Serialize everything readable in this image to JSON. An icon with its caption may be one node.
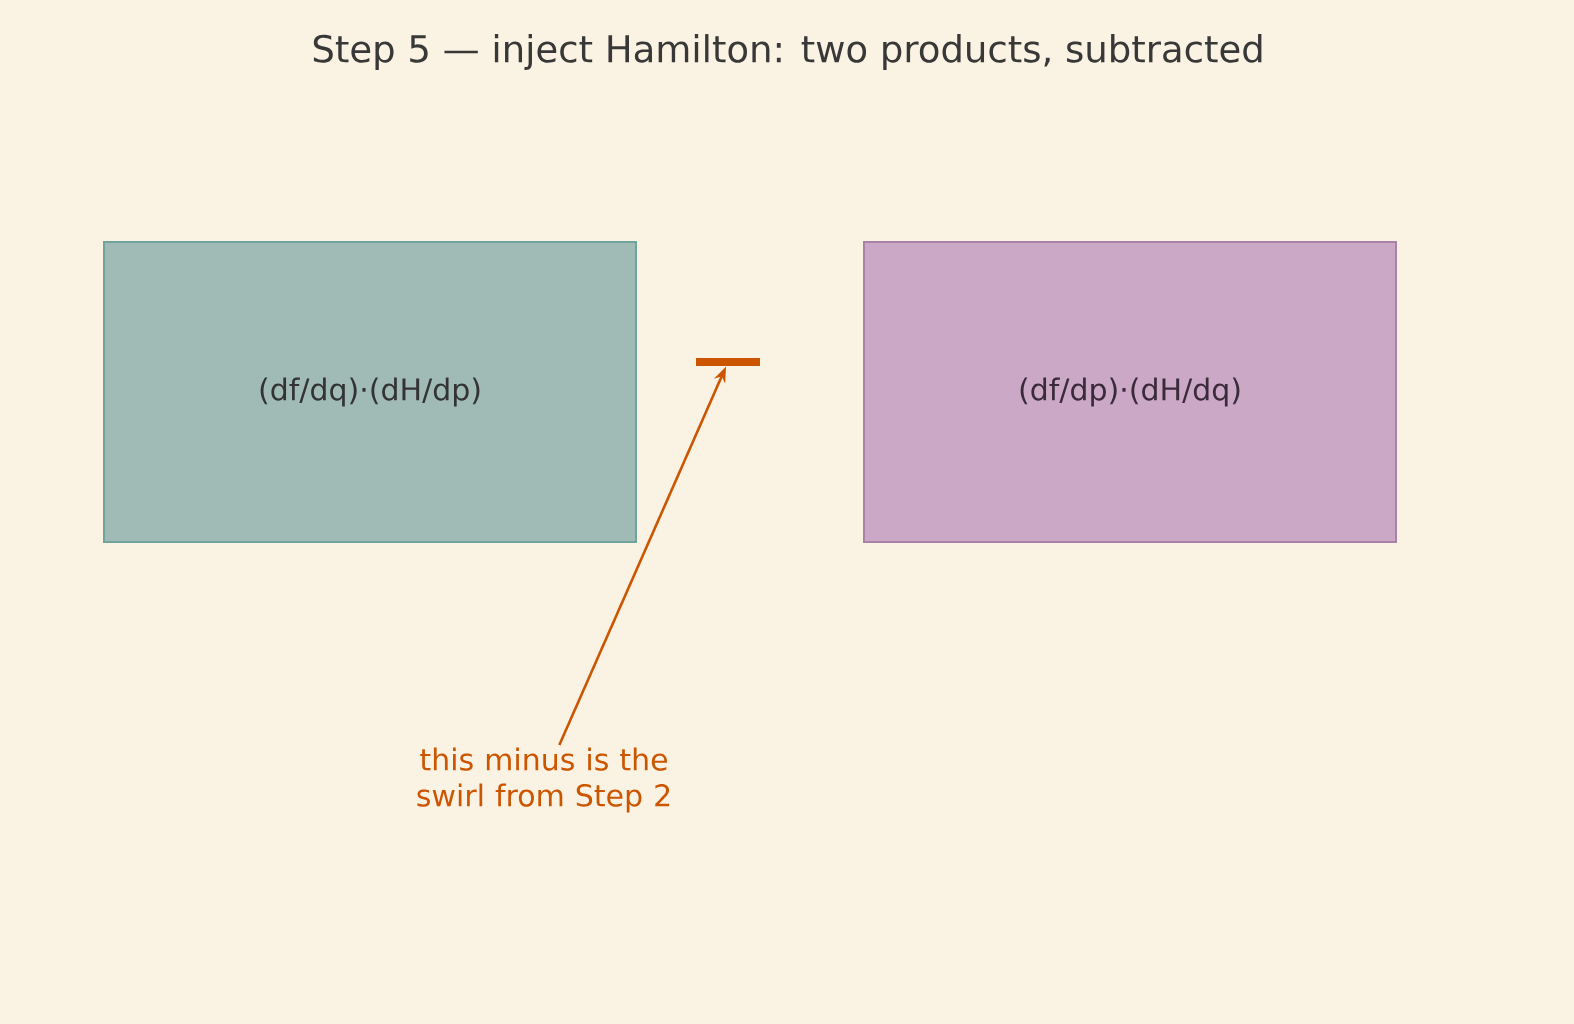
{
  "diagram": {
    "title": "Step 5 — inject Hamilton: two products, subtracted",
    "nodes": [
      {
        "text": [
          "(df/dq)·(dH/dp)"
        ]
      },
      {
        "text": [],
        "shape": "bar"
      },
      {
        "text": [
          "(df/dp)·(dH/dq)"
        ]
      },
      {
        "text": [
          "this minus is the swirl from Step 2"
        ]
      }
    ],
    "edges": [
      {
        "from": 3,
        "to": 1,
        "arrow": "to",
        "color": "#cc5500"
      }
    ]
  }
}
